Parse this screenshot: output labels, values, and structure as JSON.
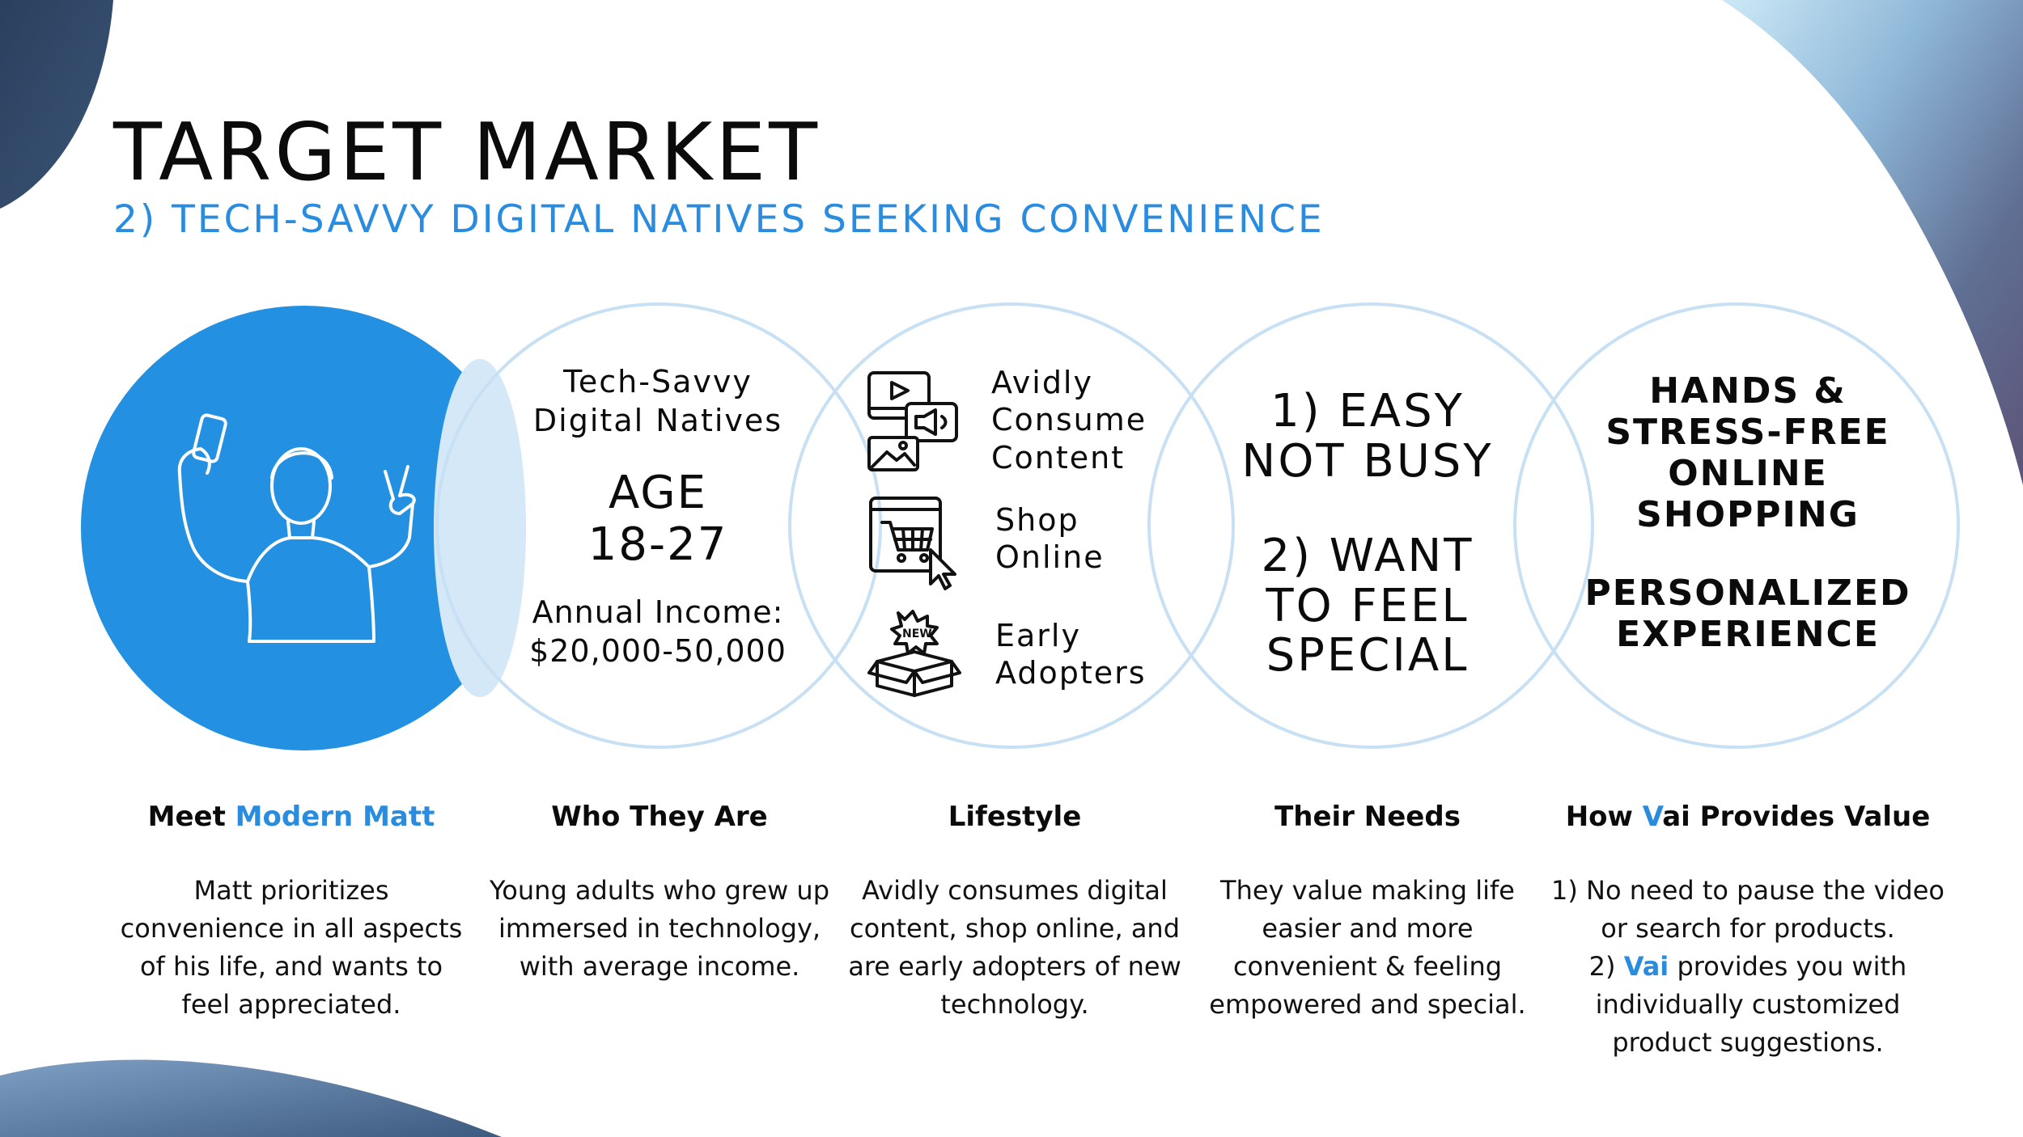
{
  "slide": {
    "title": "TARGET MARKET",
    "subtitle": "2) TECH-SAVVY DIGITAL NATIVES SEEKING CONVENIENCE"
  },
  "colors": {
    "accent": "#2390e2",
    "circle_outline": "#c7e0f4",
    "lens": "#d4e8f8",
    "text": "#0b0b0b"
  },
  "circle2": {
    "line1": "Tech-Savvy",
    "line2": "Digital Natives",
    "age_label": "AGE",
    "age_value": "18-27",
    "income_label": "Annual Income:",
    "income_value": "$20,000-50,000"
  },
  "lifestyle_items": [
    {
      "icon": "media-content-icon",
      "line1": "Avidly",
      "line2": "Consume",
      "line3": "Content"
    },
    {
      "icon": "shopping-cart-icon",
      "line1": "Shop",
      "line2": "Online"
    },
    {
      "icon": "new-box-icon",
      "line1": "Early",
      "line2": "Adopters",
      "badge": "NEW"
    }
  ],
  "needs": {
    "n1_line1": "1) EASY",
    "n1_line2": "NOT BUSY",
    "n2_line1": "2) WANT",
    "n2_line2": "TO FEEL",
    "n2_line3": "SPECIAL"
  },
  "value": {
    "line1": "HANDS &",
    "line2": "STRESS-FREE",
    "line3": "ONLINE",
    "line4": "SHOPPING",
    "line5": "PERSONALIZED",
    "line6": "EXPERIENCE"
  },
  "columns": [
    {
      "heading_prefix": "Meet ",
      "heading_highlight": "Modern Matt",
      "heading_suffix": "",
      "description": "Matt prioritizes convenience in all aspects of his life, and wants to feel appreciated."
    },
    {
      "heading": "Who They Are",
      "description": "Young adults who grew up immersed in technology, with average income."
    },
    {
      "heading": "Lifestyle",
      "description": "Avidly consumes digital content, shop online, and are early adopters of new technology."
    },
    {
      "heading": "Their Needs",
      "description": "They value making life easier and more convenient & feeling empowered and special."
    },
    {
      "heading_prefix": "How ",
      "heading_highlight": "V",
      "heading_suffix": "ai Provides Value",
      "desc_line1": "1) No need to pause the video or search for products.",
      "desc_prefix": "2) ",
      "desc_highlight": "Vai",
      "desc_rest": " provides you with individually customized product suggestions."
    }
  ]
}
